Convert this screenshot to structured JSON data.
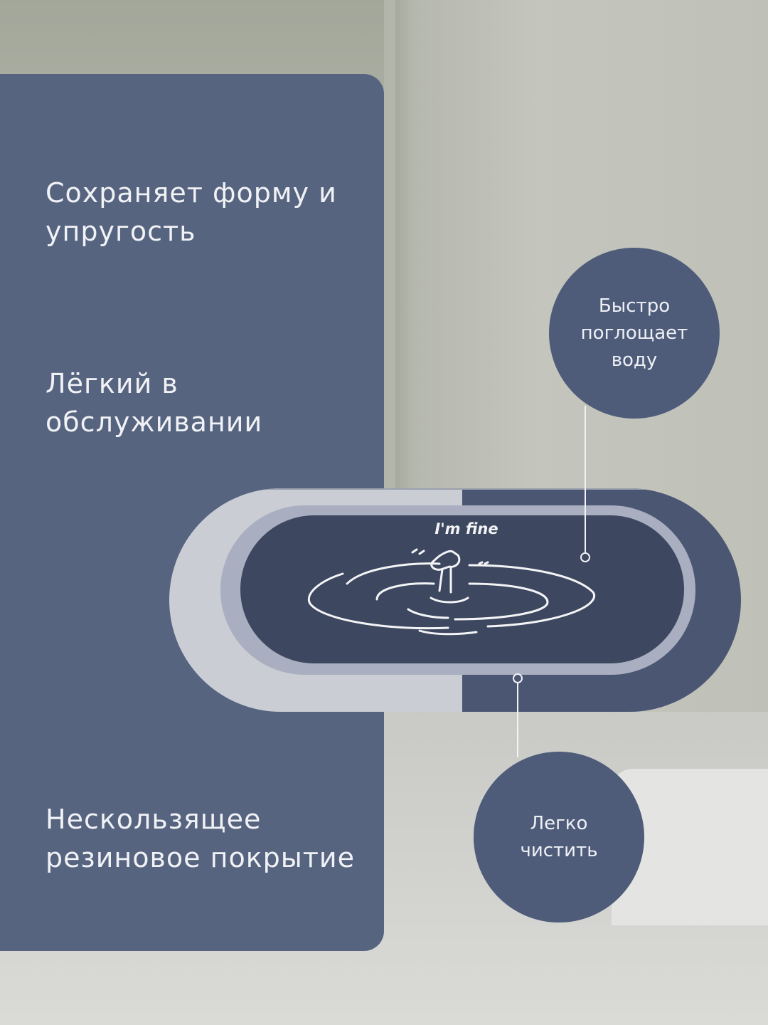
{
  "features": [
    "Сохраняет форму и\nупругость",
    "Лёгкий в\nобслуживании",
    "Нескользящее\nрезиновое покрытие"
  ],
  "callouts": [
    "Быстро\nпоглощает\nводу",
    "Легко\nчистить"
  ],
  "mat_print": "I'm fine",
  "colors": {
    "panel": "#566480",
    "callout": "#4e5c7a",
    "mat_light": "#c9cbd3",
    "mat_dark": "#4b5672"
  }
}
